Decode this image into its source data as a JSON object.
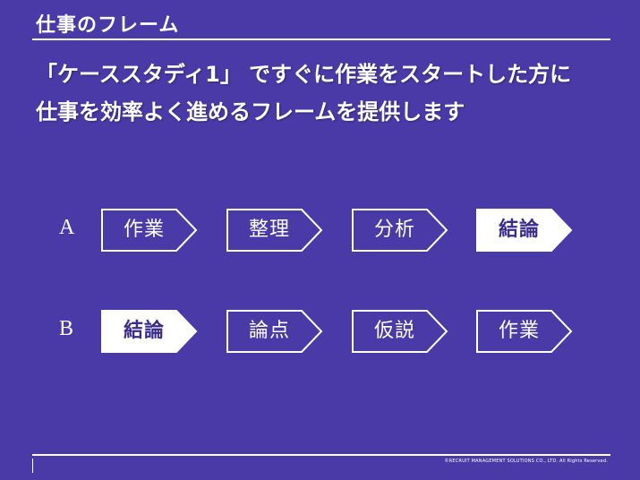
{
  "header": {
    "title": "仕事のフレーム"
  },
  "headline": {
    "line1": "「ケーススタディ1」 ですぐに作業をスタートした方に",
    "line2": "仕事を効率よく進めるフレームを提供します"
  },
  "rows": [
    {
      "label": "A",
      "steps": [
        {
          "text": "作業",
          "filled": false
        },
        {
          "text": "整理",
          "filled": false
        },
        {
          "text": "分析",
          "filled": false
        },
        {
          "text": "結論",
          "filled": true
        }
      ]
    },
    {
      "label": "B",
      "steps": [
        {
          "text": "結論",
          "filled": true
        },
        {
          "text": "論点",
          "filled": false
        },
        {
          "text": "仮説",
          "filled": false
        },
        {
          "text": "作業",
          "filled": false
        }
      ]
    }
  ],
  "footer": {
    "copyright": "©RECRUIT MANAGEMENT SOLUTIONS CO., LTD. All Rights Reserved."
  },
  "colors": {
    "background": "#4a3aa8",
    "foreground": "#ffffff",
    "filled_text": "#3a2d8e"
  }
}
